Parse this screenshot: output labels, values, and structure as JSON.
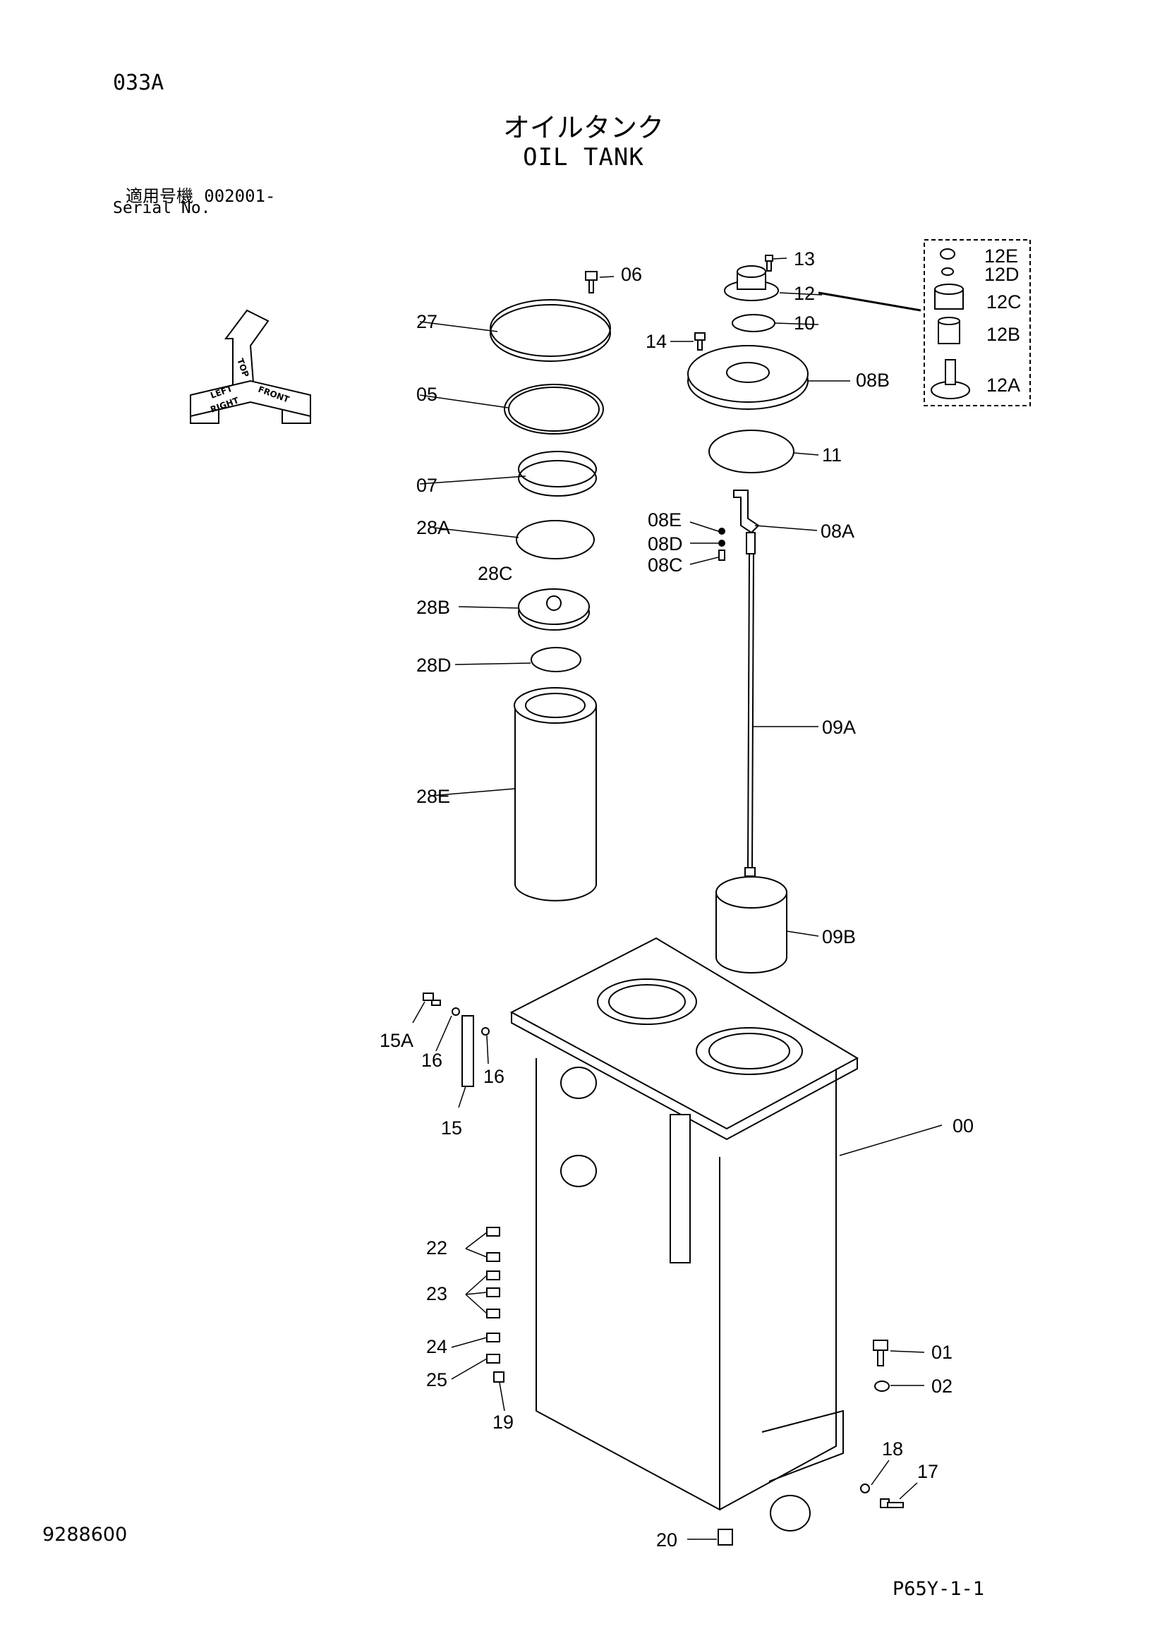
{
  "header": {
    "page_code": "033A",
    "title_jp": "オイルタンク",
    "title_en": "OIL TANK",
    "serial_label_jp": "適用号機",
    "serial_number": "002001-",
    "serial_label_en": "Serial No."
  },
  "orientation": {
    "top": "TOP",
    "front": "FRONT",
    "right": "RIGHT",
    "left": "LEFT"
  },
  "callouts": {
    "c00": "00",
    "c01": "01",
    "c02": "02",
    "c05": "05",
    "c06": "06",
    "c07": "07",
    "c08A": "08A",
    "c08B": "08B",
    "c08C": "08C",
    "c08D": "08D",
    "c08E": "08E",
    "c09A": "09A",
    "c09B": "09B",
    "c10": "10",
    "c11": "11",
    "c12": "12",
    "c12A": "12A",
    "c12B": "12B",
    "c12C": "12C",
    "c12D": "12D",
    "c12E": "12E",
    "c13": "13",
    "c14": "14",
    "c15": "15",
    "c15A": "15A",
    "c16a": "16",
    "c16b": "16",
    "c17": "17",
    "c18": "18",
    "c19": "19",
    "c20": "20",
    "c22": "22",
    "c23": "23",
    "c24": "24",
    "c25": "25",
    "c27": "27",
    "c28A": "28A",
    "c28B": "28B",
    "c28C": "28C",
    "c28D": "28D",
    "c28E": "28E"
  },
  "footer": {
    "doc_number": "9288600",
    "page_ref": "P65Y-1-1"
  }
}
